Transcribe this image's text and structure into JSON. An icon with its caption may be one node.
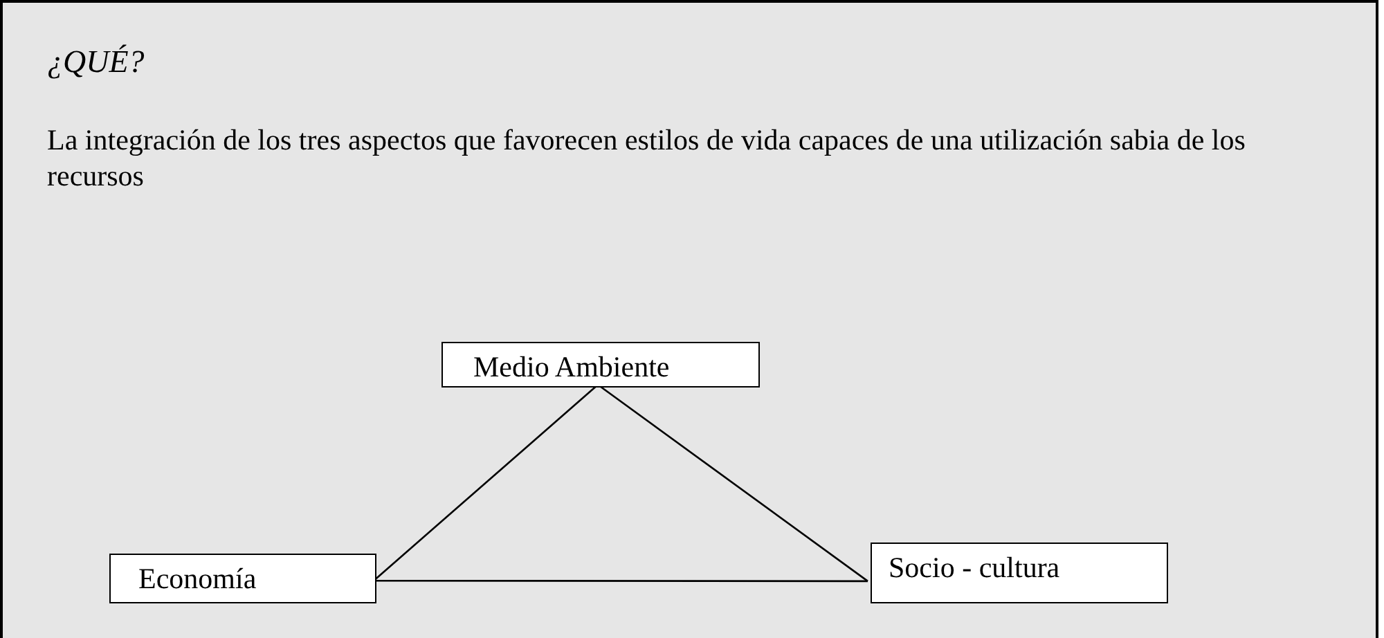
{
  "diagram": {
    "nodes": [
      {
        "text": [
          "¿QUÉ?",
          "La integración de los tres aspectos que favorecen estilos de vida capaces de una utilización sabia de los recursos"
        ]
      },
      {
        "text": [
          "Medio Ambiente"
        ],
        "in": 0
      },
      {
        "text": [
          "Economía"
        ],
        "in": 0
      },
      {
        "text": [
          "Socio - cultura"
        ],
        "in": 0
      }
    ],
    "edges": [
      {
        "from": 1,
        "to": 2,
        "arrow": "none"
      },
      {
        "from": 1,
        "to": 3,
        "arrow": "none"
      },
      {
        "from": 2,
        "to": 3,
        "arrow": "none"
      }
    ]
  }
}
